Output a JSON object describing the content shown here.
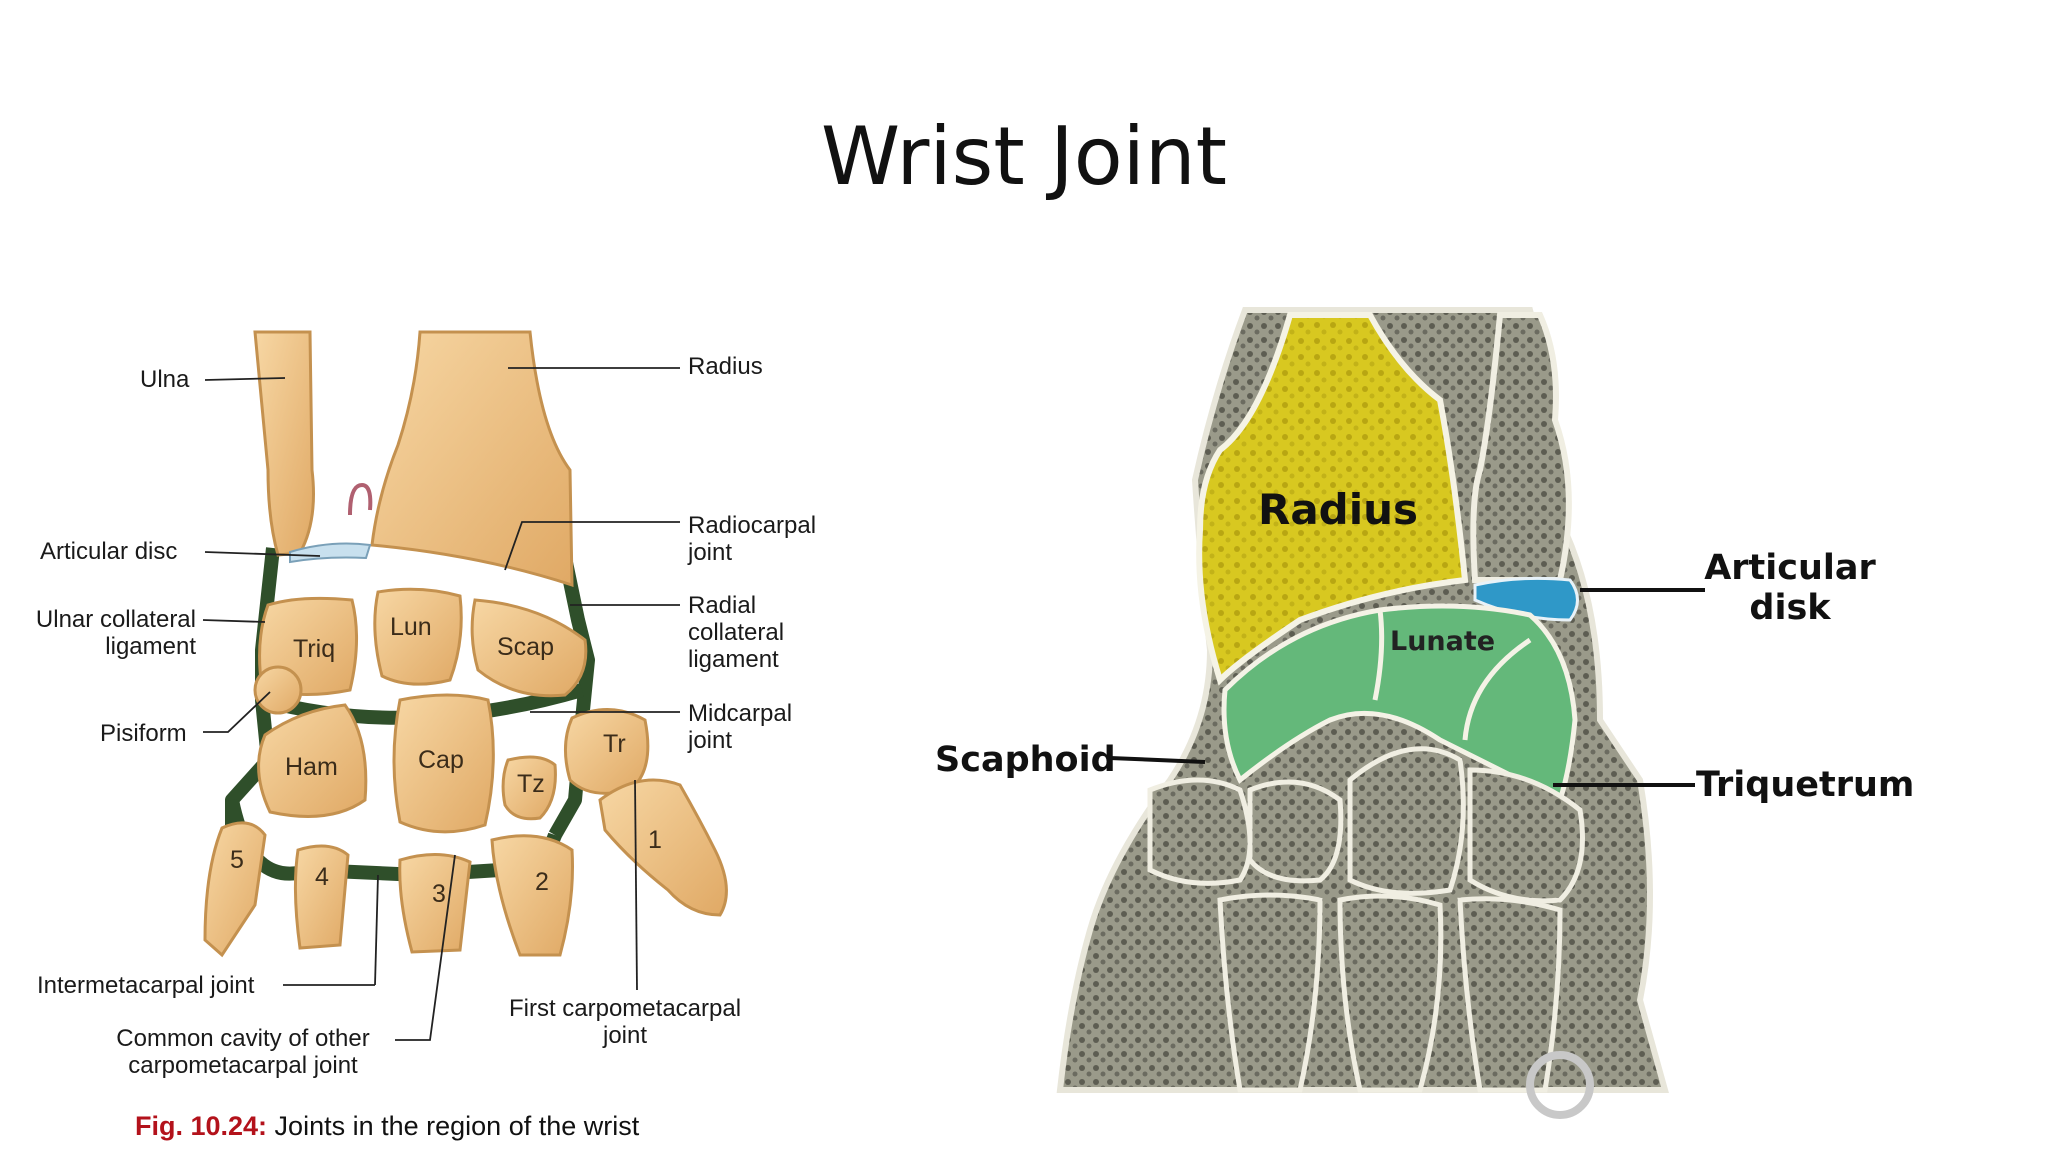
{
  "slide": {
    "title": "Wrist Joint"
  },
  "left_figure": {
    "labels": {
      "ulna": "Ulna",
      "radius": "Radius",
      "articular_disc": "Articular disc",
      "radiocarpal_1": "Radiocarpal",
      "radiocarpal_2": "joint",
      "ulnar_collateral_1": "Ulnar collateral",
      "ulnar_collateral_2": "ligament",
      "radial_collateral_1": "Radial",
      "radial_collateral_2": "collateral",
      "radial_collateral_3": "ligament",
      "pisiform": "Pisiform",
      "midcarpal_1": "Midcarpal",
      "midcarpal_2": "joint",
      "intermetacarpal": "Intermetacarpal joint",
      "common_cavity_1": "Common cavity of other",
      "common_cavity_2": "carpometacarpal joint",
      "first_cmc_1": "First carpometacarpal",
      "first_cmc_2": "joint"
    },
    "bones": {
      "triq": "Triq",
      "lun": "Lun",
      "scap": "Scap",
      "ham": "Ham",
      "cap": "Cap",
      "tz": "Tz",
      "tr": "Tr",
      "m1": "1",
      "m2": "2",
      "m3": "3",
      "m4": "4",
      "m5": "5"
    },
    "caption": {
      "prefix": "Fig. 10.24:",
      "text": " Joints in the region of the wrist"
    }
  },
  "right_figure": {
    "labels": {
      "radius": "Radius",
      "lunate": "Lunate",
      "articular_1": "Articular",
      "articular_2": "disk",
      "scaphoid": "Scaphoid",
      "triquetrum": "Triquetrum"
    }
  },
  "colors": {
    "bone": "#f2c890",
    "bone_edge": "#c4914f",
    "capsule": "#2f4f2a",
    "yellow": "#d8c820",
    "green": "#64b87a",
    "blue": "#2f98c8",
    "grey": "#8a8a7c"
  }
}
